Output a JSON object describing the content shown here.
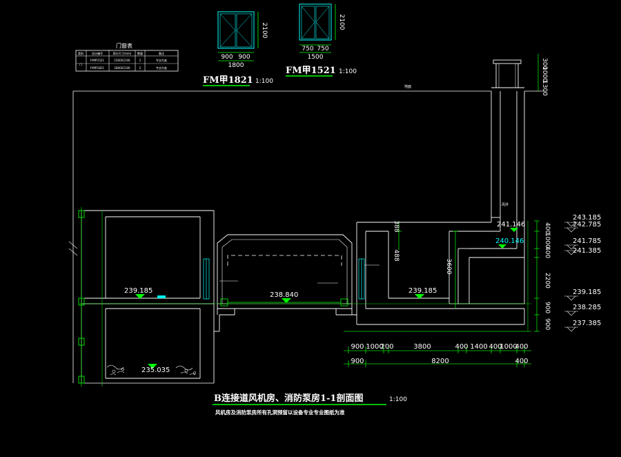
{
  "door_schedule": {
    "title": "门窗表",
    "headers": [
      "类别",
      "设计编号",
      "洞口尺寸(mm)",
      "数量",
      "备注"
    ],
    "rows": [
      [
        "门",
        "FM甲1521",
        "1500X2100",
        "2",
        "专业为准"
      ],
      [
        "",
        "FM甲1821",
        "1800X2100",
        "2",
        "专业为准"
      ]
    ]
  },
  "door_fm1821": {
    "label": "FM甲1821",
    "scale": "1:100",
    "height_dim": "2100",
    "leaf_dims": [
      "900",
      "900"
    ],
    "total_dim": "1800"
  },
  "door_fm1521": {
    "label": "FM甲1521",
    "scale": "1:100",
    "height_dim": "2100",
    "leaf_dims": [
      "750",
      "750"
    ],
    "total_dim": "1500"
  },
  "section": {
    "title": "B连接道风机房、消防泵房1-1剖面图",
    "scale": "1:100",
    "note": "风机房及消防泵房所有孔洞预留以设备专业专业图纸为准",
    "ground_label": "地面",
    "shaft_label": "风井",
    "elevations": {
      "left_floor": "239.185",
      "left_pit": "235.035",
      "middle_floor": "238.840",
      "right_floor": "239.185",
      "shaft_top": "241.146",
      "shaft_bottom": "240.146"
    },
    "right_elevations": [
      "243.185",
      "242.785",
      "241.785",
      "241.385",
      "239.185",
      "238.285",
      "237.385"
    ],
    "right_vertical_dims": [
      "400",
      "1000",
      "400",
      "2200",
      "900",
      "900"
    ],
    "top_vertical_dims": [
      "300",
      "1000",
      "1300"
    ],
    "inner_dims": {
      "a": "388",
      "b": "488",
      "c": "3600"
    },
    "bottom_dims_row1": [
      "900",
      "1000",
      "200",
      "3800",
      "400",
      "1400",
      "400",
      "1000",
      "400"
    ],
    "bottom_dims_row2": [
      "900",
      "8200",
      "400"
    ]
  },
  "colors": {
    "background": "#000000",
    "wall": "#ffffff",
    "dimension": "#00ff00",
    "elevation": "#00ffff",
    "title_underline": "#00ff00",
    "axis_green": "#00dd00",
    "hatch": "#ffffff"
  }
}
